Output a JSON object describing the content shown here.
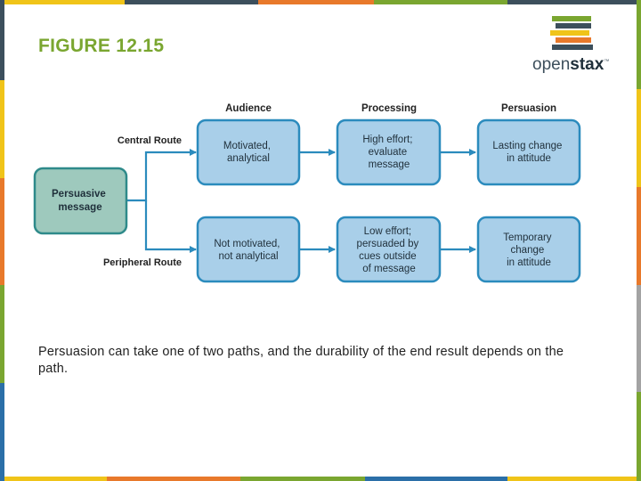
{
  "slide": {
    "title": "FIGURE 12.15",
    "logo_text_light": "open",
    "logo_text_bold": "stax",
    "logo_tm": "™",
    "caption": "Persuasion can take one of two paths, and the durability of the end result depends on the path."
  },
  "diagram": {
    "columns": {
      "audience": "Audience",
      "processing": "Processing",
      "persuasion": "Persuasion"
    },
    "routes": {
      "central": "Central Route",
      "peripheral": "Peripheral Route"
    },
    "start": [
      "Persuasive",
      "message"
    ],
    "central": {
      "audience": [
        "Motivated,",
        "analytical"
      ],
      "processing": [
        "High effort;",
        "evaluate",
        "message"
      ],
      "persuasion": [
        "Lasting change",
        "in attitude"
      ]
    },
    "peripheral": {
      "audience": [
        "Not motivated,",
        "not analytical"
      ],
      "processing": [
        "Low effort;",
        "persuaded by",
        "cues outside",
        "of message"
      ],
      "persuasion": [
        "Temporary",
        "change",
        "in attitude"
      ]
    }
  },
  "colors": {
    "title_green": "#7aa630",
    "box_blue_fill": "#a9cfe9",
    "box_blue_stroke": "#2b8bbd",
    "box_teal_fill": "#9ec9bd",
    "box_teal_stroke": "#2e8a8a",
    "arrow": "#2b8bbd",
    "edge_stripes": [
      "#f0c419",
      "#e8792b",
      "#7aa630",
      "#2b6fa8",
      "#3c4f5c",
      "#a3a3a3"
    ]
  }
}
